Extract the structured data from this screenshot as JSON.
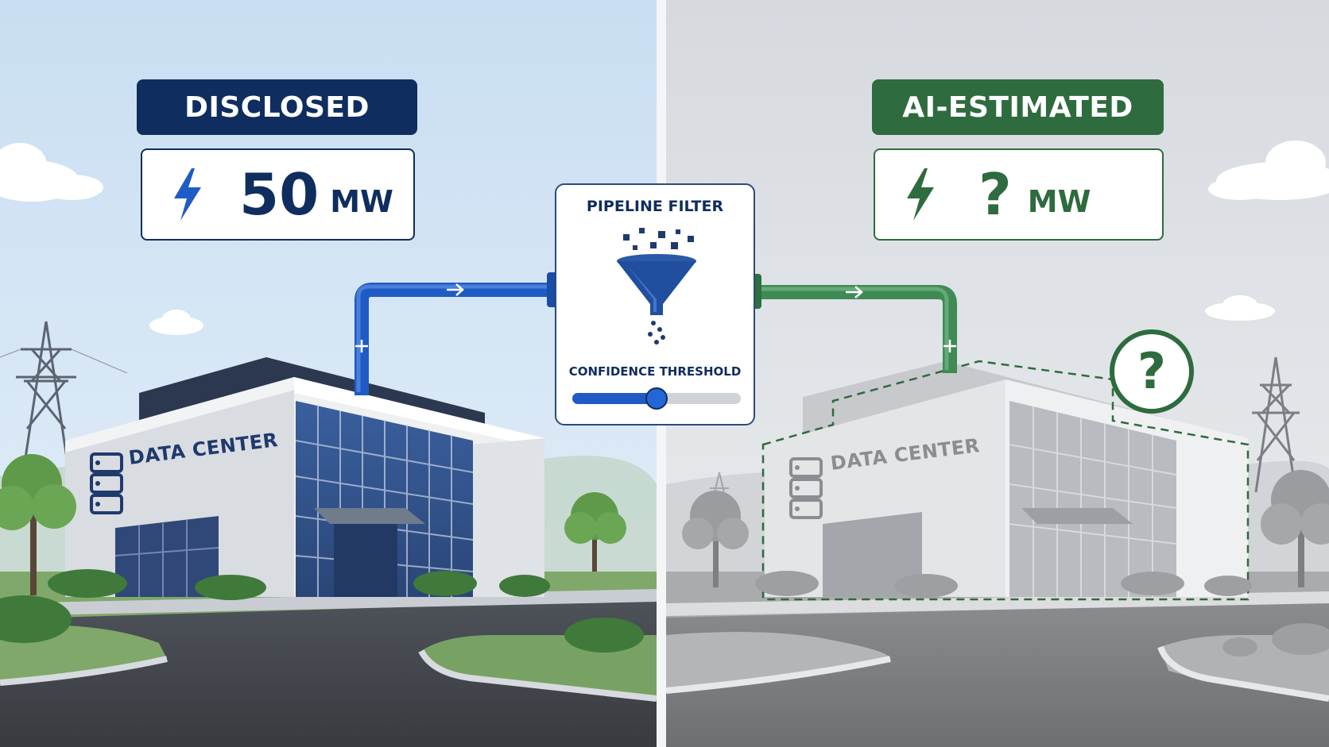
{
  "disclosed": {
    "label": "DISCLOSED",
    "value": "50",
    "unit": "MW",
    "building_sign": "DATA CENTER",
    "icon": "bolt-icon",
    "color": "#0f2d5e"
  },
  "estimated": {
    "label": "AI-ESTIMATED",
    "value": "?",
    "unit": "MW",
    "building_sign": "DATA CENTER",
    "icon": "bolt-icon",
    "color": "#2e6b3e"
  },
  "filter": {
    "title": "PIPELINE FILTER",
    "slider_label": "CONFIDENCE THRESHOLD",
    "slider_value": 0.5,
    "icon": "funnel-icon"
  },
  "unknown_badge": {
    "text": "?",
    "icon": "question-icon"
  },
  "colors": {
    "disclosed_accent": "#0f2d5e",
    "disclosed_pipe": "#1f5bc4",
    "estimated_accent": "#2e6b3e",
    "estimated_pipe": "#3f8a55"
  }
}
